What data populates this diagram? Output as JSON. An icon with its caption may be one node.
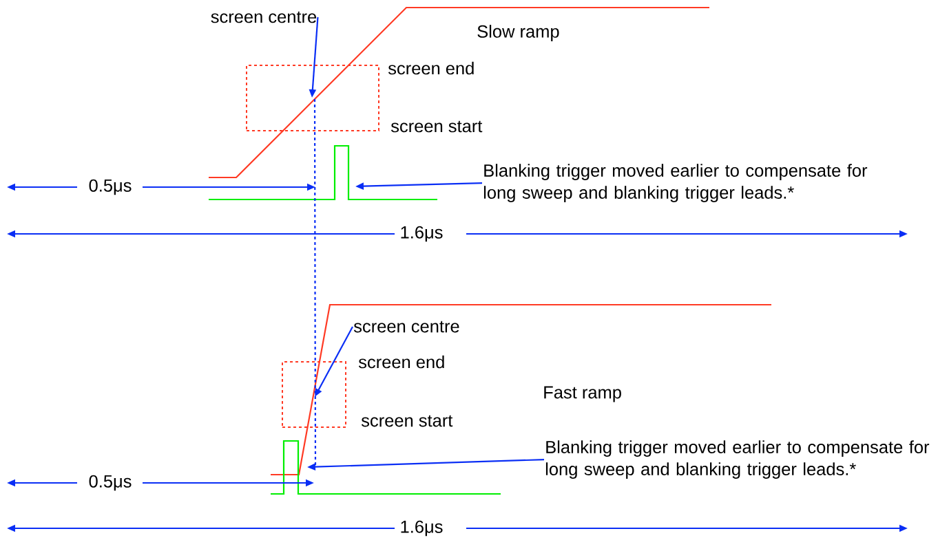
{
  "diagram": {
    "nodes": [
      {
        "text": [
          "screen centre"
        ]
      },
      {
        "text": [
          "Blanking trigger moved earlier to compensate for long sweep and blanking trigger leads.*"
        ]
      },
      {
        "text": [
          "screen centre"
        ]
      },
      {
        "text": [
          "Blanking trigger moved earlier to compensate for long sweep and blanking trigger leads.*"
        ]
      },
      {
        "text": [],
        "shape": "box",
        "beside": [
          "screen end",
          "screen start"
        ]
      },
      {
        "text": [],
        "shape": "box",
        "beside": [
          "screen end",
          "screen start"
        ]
      }
    ],
    "edges": [
      {
        "from": 0,
        "to": 4,
        "arrow": "to"
      },
      {
        "from": 1,
        "to": null,
        "arrow": "to"
      },
      {
        "from": 2,
        "to": 5,
        "arrow": "to"
      },
      {
        "from": 3,
        "to": null,
        "arrow": "to"
      },
      {
        "from": 4,
        "to": null,
        "arrow": "none",
        "style": "dashed"
      }
    ],
    "labels": [
      "Slow ramp",
      "0.5μs",
      "1.6μs",
      "Fast ramp",
      "0.5μs",
      "1.6μs"
    ]
  }
}
